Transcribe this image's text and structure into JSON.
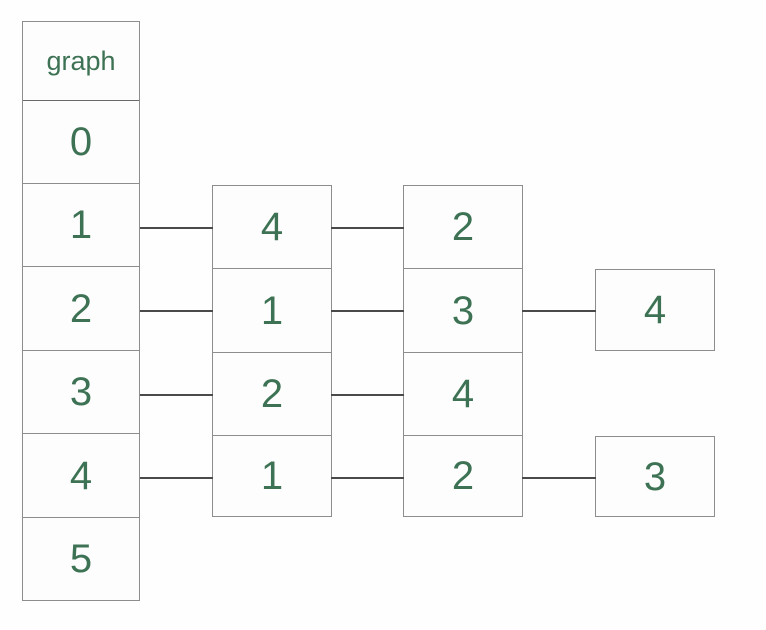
{
  "diagram": {
    "title": "graph adjacency list",
    "accent_color": "#3d7254",
    "border_color": "#8d8d8d",
    "connector_color": "#4a4a4a",
    "background_color": "#fefefe"
  },
  "columns": {
    "index_column": {
      "header": "graph",
      "cells": [
        "0",
        "1",
        "2",
        "3",
        "4",
        "5"
      ]
    },
    "level1_column": {
      "cells": [
        "4",
        "1",
        "2",
        "1"
      ]
    },
    "level2_column": {
      "cells": [
        "2",
        "3",
        "4",
        "2"
      ]
    },
    "level3_boxes": [
      {
        "label": "4"
      },
      {
        "label": "3"
      }
    ]
  },
  "connectors": [
    {
      "from": "index-1",
      "to": "level1-0"
    },
    {
      "from": "index-2",
      "to": "level1-1"
    },
    {
      "from": "index-3",
      "to": "level1-2"
    },
    {
      "from": "index-4",
      "to": "level1-3"
    },
    {
      "from": "level1-0",
      "to": "level2-0"
    },
    {
      "from": "level1-1",
      "to": "level2-1"
    },
    {
      "from": "level1-2",
      "to": "level2-2"
    },
    {
      "from": "level1-3",
      "to": "level2-3"
    },
    {
      "from": "level2-1",
      "to": "box-4"
    },
    {
      "from": "level2-3",
      "to": "box-3"
    }
  ]
}
